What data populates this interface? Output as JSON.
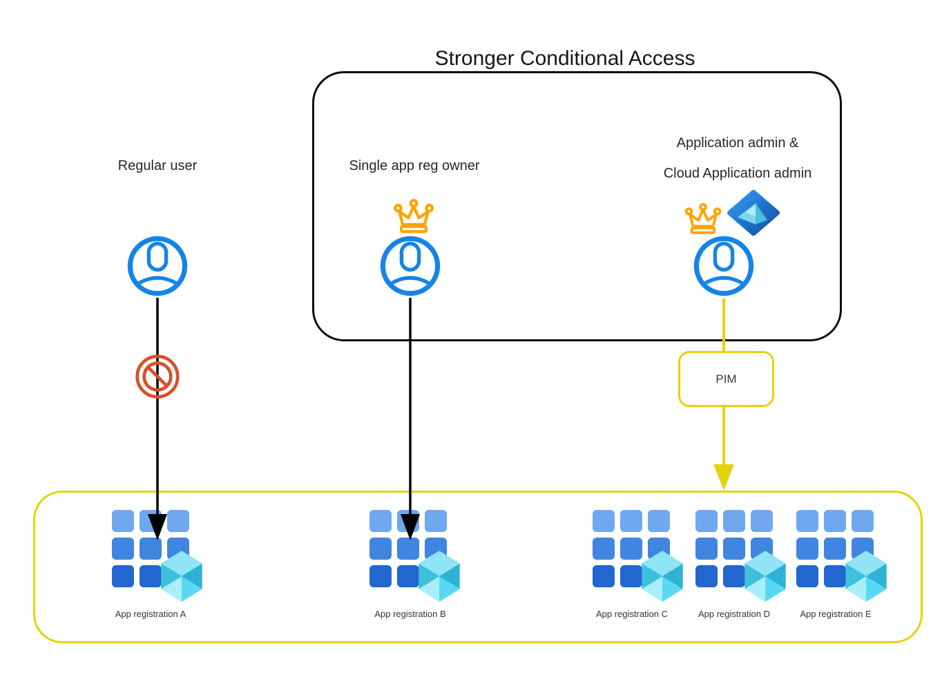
{
  "title": "Stronger Conditional Access",
  "actors": {
    "regular_user": {
      "label": "Regular user"
    },
    "single_app_reg_owner": {
      "label": "Single app reg owner"
    },
    "app_admin": {
      "label_line1": "Application admin &",
      "label_line2": "Cloud Application admin"
    }
  },
  "pim": {
    "label": "PIM"
  },
  "app_registrations": [
    {
      "label": "App registration A"
    },
    {
      "label": "App registration B"
    },
    {
      "label": "App registration C"
    },
    {
      "label": "App registration D"
    },
    {
      "label": "App registration E"
    }
  ],
  "icons": {
    "user": "user-circle-icon",
    "crown": "crown-icon",
    "azure_ad": "azure-ad-icon",
    "blocked": "blocked-icon",
    "app_grid": "app-grid-icon",
    "cube": "cube-icon",
    "arrow": "arrow-down-icon"
  },
  "colors": {
    "user_blue": "#1584e8",
    "arrow_black": "#000000",
    "pim_yellow": "#e6d20a",
    "crown_orange": "#ffa400",
    "blocked_red": "#d6502b",
    "grid_blue_top": "#6fa8ee",
    "grid_blue_mid": "#4085df",
    "grid_blue_bottom": "#2266d0",
    "cube_cyan_light": "#a9eefb",
    "cube_cyan_dark": "#2fb2d6",
    "azure_blue_dark": "#1150a0"
  }
}
